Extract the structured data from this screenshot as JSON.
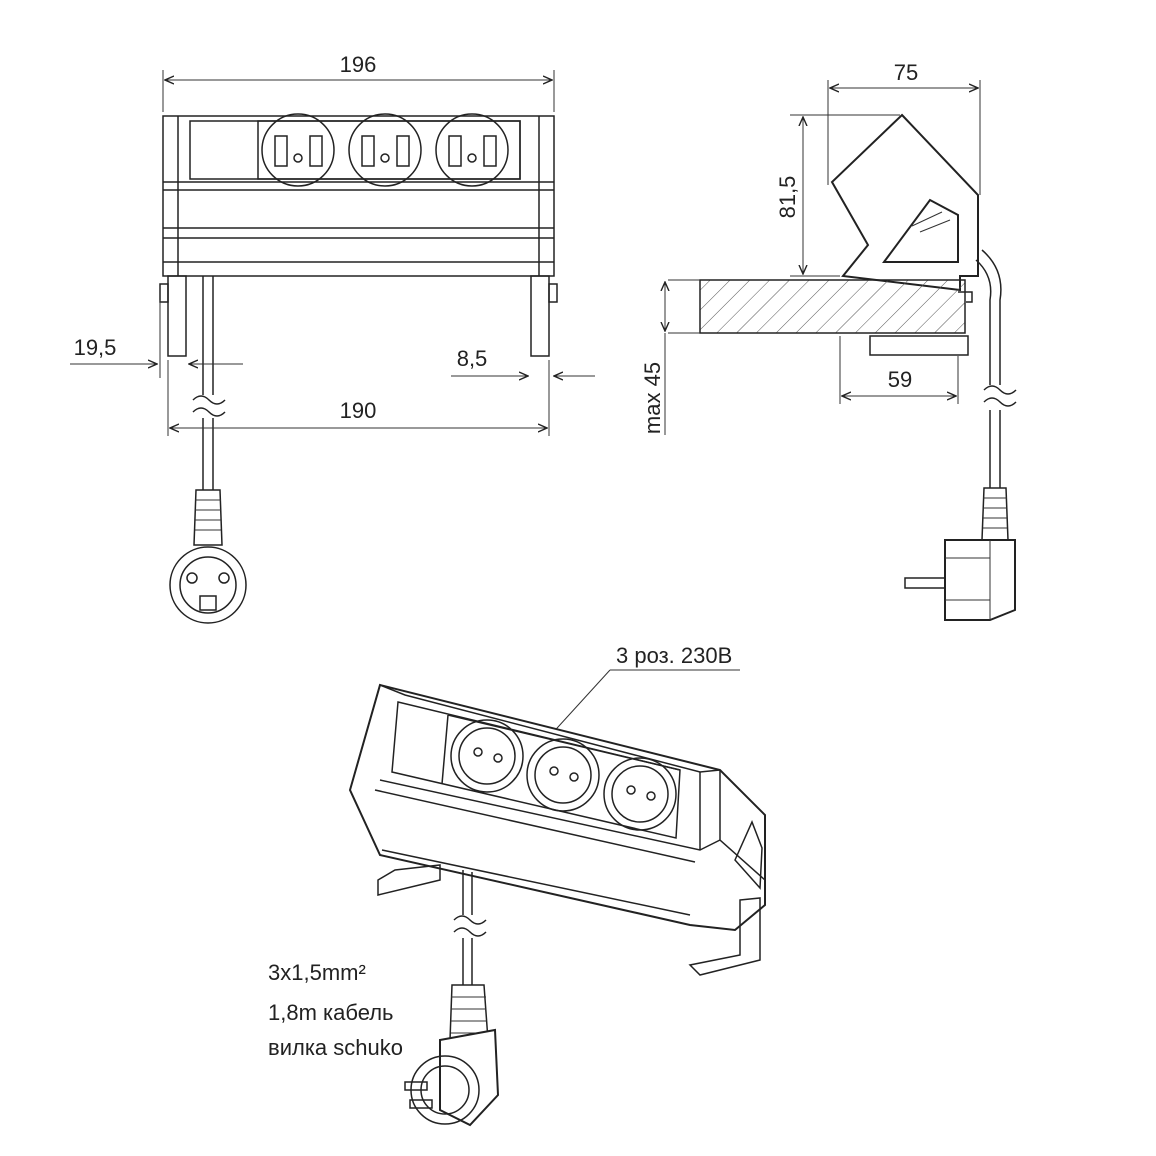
{
  "front_view": {
    "width_top": "196",
    "left_offset": "19,5",
    "right_offset": "8,5",
    "width_bottom": "190"
  },
  "side_view": {
    "depth_top": "75",
    "height": "81,5",
    "table_thickness": "max 45",
    "depth_bottom": "59"
  },
  "iso_view": {
    "sockets_label": "3 роз. 230В",
    "cable_spec": [
      "3x1,5mm²",
      "1,8m кабель",
      "вилка schuko"
    ]
  }
}
